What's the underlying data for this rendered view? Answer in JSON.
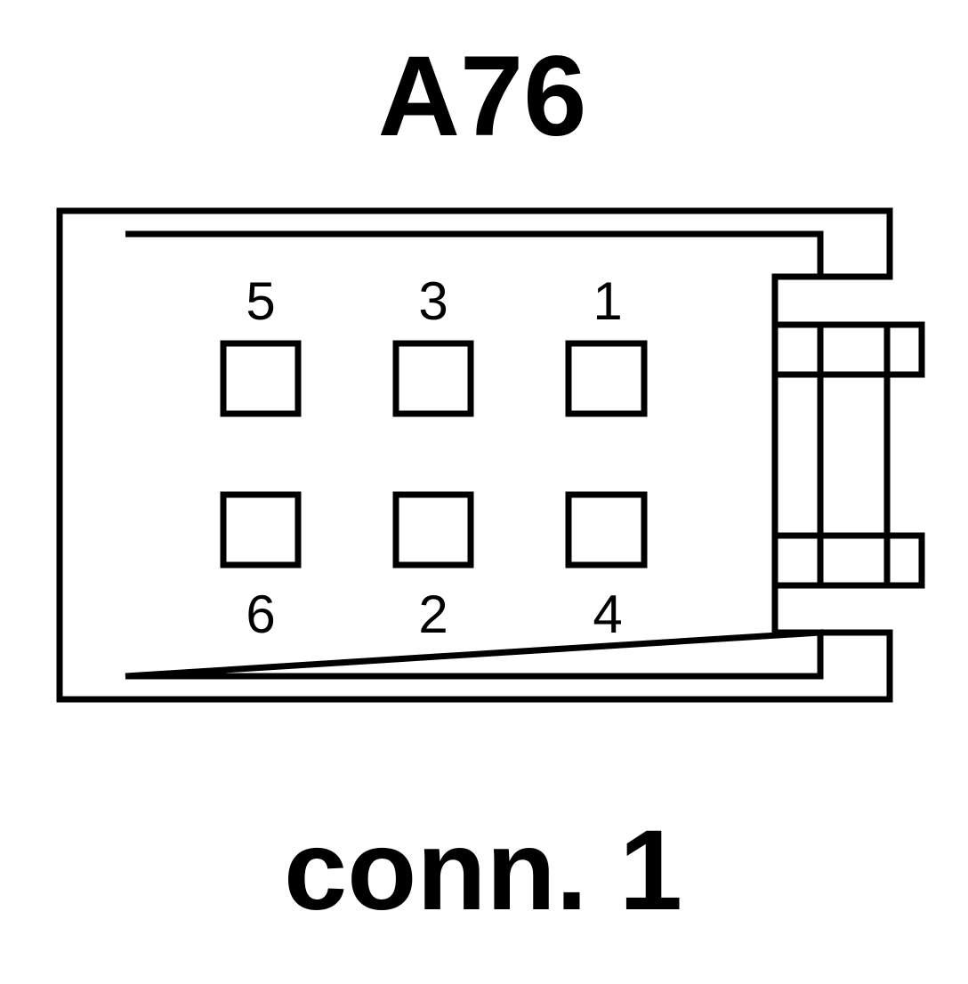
{
  "title": "A76",
  "caption": "conn. 1",
  "colors": {
    "line": "#000000",
    "background": "#ffffff"
  },
  "pins": {
    "top_row": [
      "5",
      "3",
      "1"
    ],
    "bottom_row": [
      "6",
      "2",
      "4"
    ]
  }
}
